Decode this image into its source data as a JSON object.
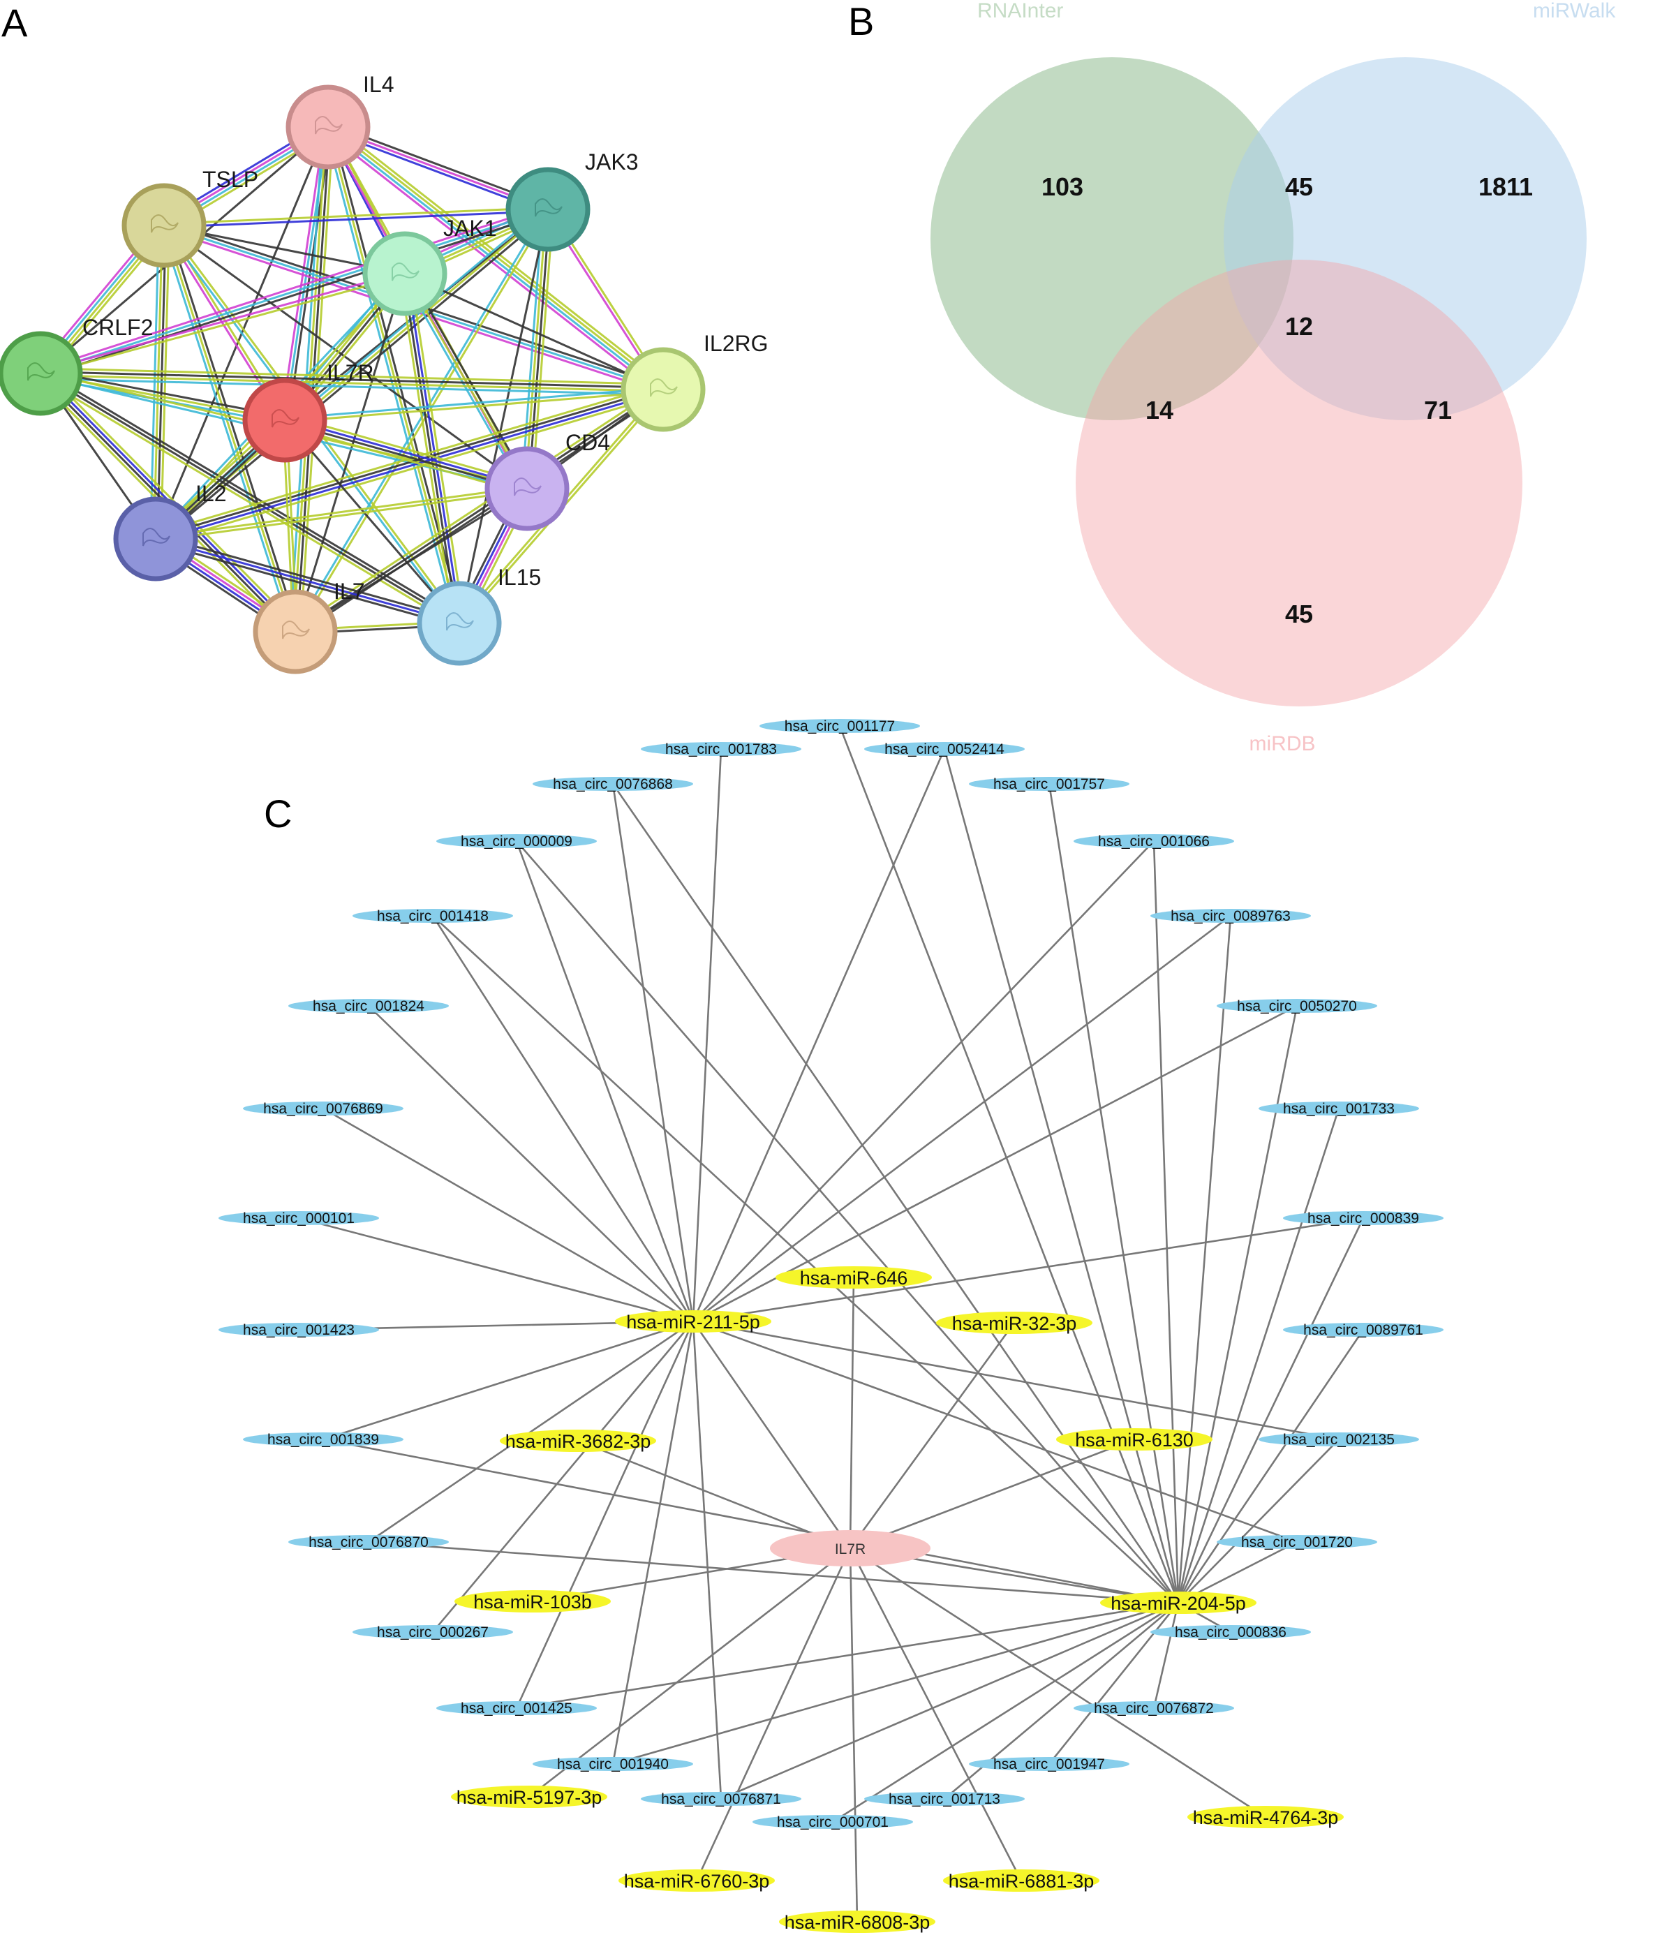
{
  "panels": {
    "a": "A",
    "b": "B",
    "c": "C"
  },
  "ppi": {
    "edge_colors": [
      "#333333",
      "#b5cc2c",
      "#3cb8d6",
      "#d13fd1",
      "#2b2bd6"
    ],
    "nodes": [
      {
        "id": "IL4",
        "label": "IL4",
        "color": "#f6b9b9",
        "border": "#c88c8c"
      },
      {
        "id": "TSLP",
        "label": "TSLP",
        "color": "#d9d79a",
        "border": "#a8a05a"
      },
      {
        "id": "JAK3",
        "label": "JAK3",
        "color": "#5fb5a6",
        "border": "#3e8c80"
      },
      {
        "id": "JAK1",
        "label": "JAK1",
        "color": "#b8f3cf",
        "border": "#7cc89c"
      },
      {
        "id": "CRLF2",
        "label": "CRLF2",
        "color": "#7fd07a",
        "border": "#4e9e48"
      },
      {
        "id": "IL2RG",
        "label": "IL2RG",
        "color": "#e6f8b0",
        "border": "#a9c670"
      },
      {
        "id": "IL7R",
        "label": "IL7R",
        "color": "#f26b6b",
        "border": "#c04848"
      },
      {
        "id": "CD4",
        "label": "CD4",
        "color": "#c9b3f0",
        "border": "#9478c8"
      },
      {
        "id": "IL2",
        "label": "IL2",
        "color": "#8f94d9",
        "border": "#5a60a8"
      },
      {
        "id": "IL7",
        "label": "IL7",
        "color": "#f6d2b0",
        "border": "#c49c78"
      },
      {
        "id": "IL15",
        "label": "IL15",
        "color": "#b7e2f5",
        "border": "#70a8c8"
      }
    ]
  },
  "venn": {
    "sets": [
      {
        "name": "RNAInter",
        "color": "#8fbc8f",
        "label_color": "#c5dcc5"
      },
      {
        "name": "miRWalk",
        "color": "#a9cdeb",
        "label_color": "#c7ddf0"
      },
      {
        "name": "miRDB",
        "color": "#f5a3a8",
        "label_color": "#f7c3c6"
      }
    ],
    "counts": {
      "rnainter_only": "103",
      "rnainter_mirwalk": "45",
      "mirwalk_only": "1811",
      "all_three": "12",
      "rnainter_mirdb": "14",
      "mirwalk_mirdb": "71",
      "mirdb_only": "45"
    }
  },
  "network": {
    "hub": "IL7R",
    "colors": {
      "circ": "#87ceeb",
      "mir": "#f5f52a",
      "hub": "#f7c4c4",
      "edge": "#777777"
    },
    "circrnas": [
      "hsa_circ_001177",
      "hsa_circ_001783",
      "hsa_circ_0052414",
      "hsa_circ_0076868",
      "hsa_circ_001757",
      "hsa_circ_000009",
      "hsa_circ_001066",
      "hsa_circ_001418",
      "hsa_circ_0089763",
      "hsa_circ_001824",
      "hsa_circ_0050270",
      "hsa_circ_0076869",
      "hsa_circ_001733",
      "hsa_circ_000101",
      "hsa_circ_000839",
      "hsa_circ_001423",
      "hsa_circ_0089761",
      "hsa_circ_001839",
      "hsa_circ_002135",
      "hsa_circ_0076870",
      "hsa_circ_001720",
      "hsa_circ_000267",
      "hsa_circ_000836",
      "hsa_circ_001425",
      "hsa_circ_0076872",
      "hsa_circ_001940",
      "hsa_circ_001947",
      "hsa_circ_0076871",
      "hsa_circ_001713",
      "hsa_circ_000701"
    ],
    "mirnas": [
      "hsa-miR-646",
      "hsa-miR-211-5p",
      "hsa-miR-32-3p",
      "hsa-miR-3682-3p",
      "hsa-miR-6130",
      "hsa-miR-103b",
      "hsa-miR-204-5p",
      "hsa-miR-5197-3p",
      "hsa-miR-4764-3p",
      "hsa-miR-6760-3p",
      "hsa-miR-6881-3p",
      "hsa-miR-6808-3p"
    ]
  }
}
